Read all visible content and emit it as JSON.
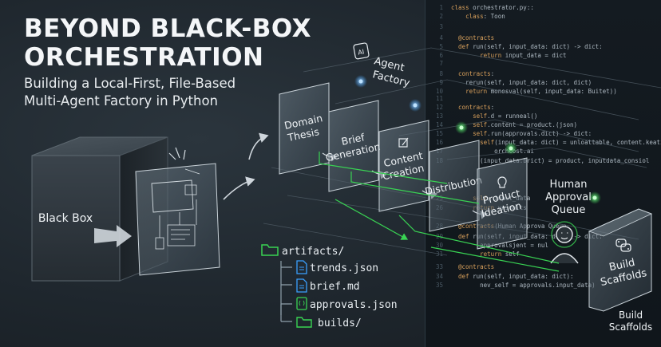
{
  "title": {
    "line1": "BEYOND BLACK-BOX",
    "line2": "ORCHESTRATION"
  },
  "subtitle": {
    "line1": "Building a Local-First, File-Based",
    "line2": "Multi-Agent Factory in Python"
  },
  "black_box": {
    "label": "Black Box"
  },
  "agent_factory": {
    "icon_text": "AI",
    "line1": "Agent",
    "line2": "Factory"
  },
  "pipeline": [
    {
      "lines": [
        "Domain",
        "Thesis"
      ],
      "icon": "none"
    },
    {
      "lines": [
        "Brief",
        "Generation"
      ],
      "icon": "none"
    },
    {
      "lines": [
        "Content",
        "Creation"
      ],
      "icon": "pencil-icon"
    },
    {
      "lines": [
        "Distribution"
      ],
      "icon": "none"
    },
    {
      "lines": [
        "Product",
        "Ideation"
      ],
      "icon": "lightbulb-icon"
    }
  ],
  "human_queue": {
    "lines": [
      "Human",
      "Approval",
      "Queue"
    ]
  },
  "build_scaffolds": {
    "lines": [
      "Build",
      "Scaffolds"
    ]
  },
  "build_scaffolds_caption": {
    "lines": [
      "Build",
      "Scaffolds"
    ]
  },
  "artifacts": {
    "root": "artifacts/",
    "items": [
      "trends.json",
      "brief.md",
      "approvals.json",
      "builds/"
    ]
  },
  "code_lines": [
    {
      "n": "1",
      "t": "class orchestrator.py::"
    },
    {
      "n": "2",
      "t": "    class: Toon"
    },
    {
      "n": "3",
      "t": ""
    },
    {
      "n": "4",
      "t": "  @contracts"
    },
    {
      "n": "5",
      "t": "  def run(self, input_data: dict) -> dict:"
    },
    {
      "n": "6",
      "t": "        return input_data = dict"
    },
    {
      "n": "7",
      "t": ""
    },
    {
      "n": "8",
      "t": "  contracts:"
    },
    {
      "n": "9",
      "t": "    rerun(self, input_data: dict, dict)"
    },
    {
      "n": "10",
      "t": "    return monosval(self, input_data: Buitet))"
    },
    {
      "n": "11",
      "t": ""
    },
    {
      "n": "12",
      "t": "  contracts:"
    },
    {
      "n": "13",
      "t": "      self.d = runneal()"
    },
    {
      "n": "14",
      "t": "      self.content = product.(json)"
    },
    {
      "n": "15",
      "t": "      self.run(approvals.dict) -> dict:"
    },
    {
      "n": "16",
      "t": "        self(input_data: dict) = unloattable, content.keati"
    },
    {
      "n": "17",
      "t": "            orchcost.ai"
    },
    {
      "n": "18",
      "t": "        (input_data.brict) = product, inputdata_consiol"
    },
    {
      "n": "25",
      "t": "      self, input_data"
    },
    {
      "n": "26",
      "t": "      return unsmaits"
    },
    {
      "n": "28",
      "t": "  @contracts(Human Approva Queue"
    },
    {
      "n": "29",
      "t": "  def run(self, input_data: dict) -> dict:"
    },
    {
      "n": "30",
      "t": "        approvalsjent = nul"
    },
    {
      "n": "31",
      "t": "        return self"
    },
    {
      "n": "33",
      "t": "  @contracts"
    },
    {
      "n": "34",
      "t": "  def run(self, input_data: dict):"
    },
    {
      "n": "35",
      "t": "        nev_self = approvals.input_data)"
    }
  ],
  "colors": {
    "accent_green": "#39d353",
    "accent_blue": "#3aa0ff",
    "panel_stroke": "#c9d2d8",
    "background": "#1f272e",
    "code_background": "#12181d"
  }
}
